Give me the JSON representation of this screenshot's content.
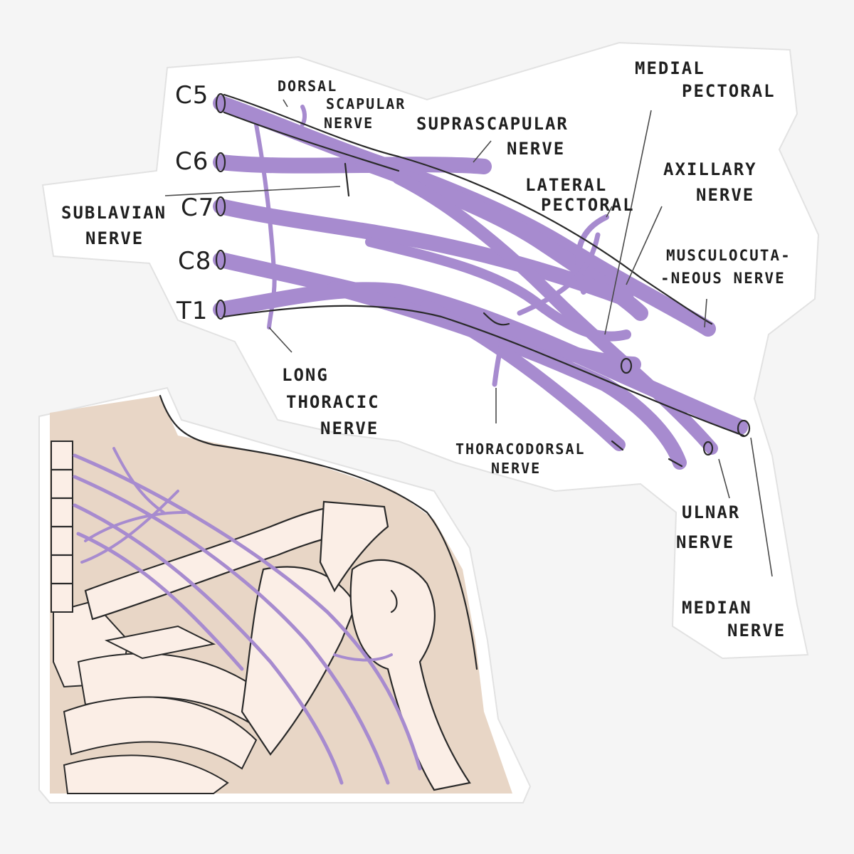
{
  "roots": [
    "C5",
    "C6",
    "C7",
    "C8",
    "T1"
  ],
  "labels": {
    "dorsal_scapular": [
      "DORSAL",
      "SCAPULAR",
      "NERVE"
    ],
    "suprascapular": [
      "SUPRASCAPULAR",
      "NERVE"
    ],
    "subclavian": [
      "SUBLAVIAN",
      "NERVE"
    ],
    "long_thoracic": [
      "LONG",
      "THORACIC",
      "NERVE"
    ],
    "thoracodorsal": [
      "THORACODORSAL",
      "NERVE"
    ],
    "medial_pectoral": [
      "MEDIAL",
      "PECTORAL"
    ],
    "lateral_pectoral": [
      "LATERAL",
      "PECTORAL"
    ],
    "axillary": [
      "AXILLARY",
      "NERVE"
    ],
    "musculocutaneous": [
      "MUSCULOCUTA-",
      "-NEOUS NERVE"
    ],
    "ulnar": [
      "ULNAR",
      "NERVE"
    ],
    "median": [
      "MEDIAN",
      "NERVE"
    ]
  },
  "colors": {
    "nerve": "#a78bcf",
    "skin": "#e8d6c6",
    "bone": "#fbeee6",
    "ink": "#2a2a2a",
    "sticker": "#ffffff",
    "background": "#f5f5f5"
  }
}
